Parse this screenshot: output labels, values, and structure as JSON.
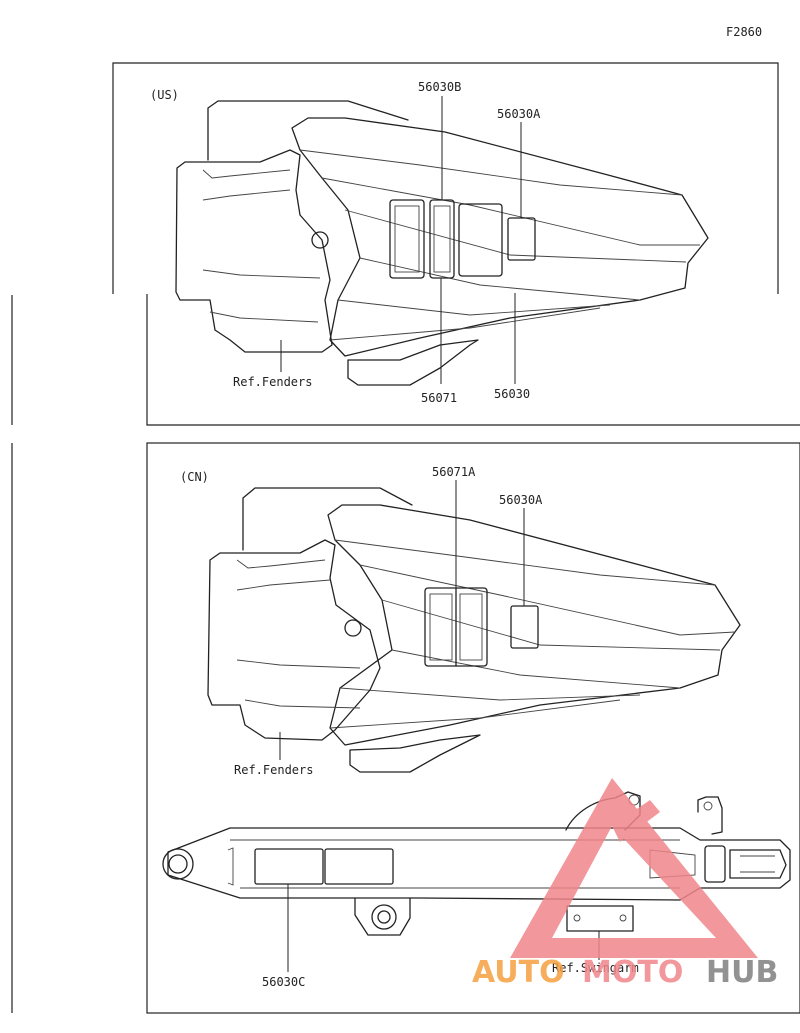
{
  "figure_code": "F2860",
  "sections": {
    "us": {
      "title": "(US)",
      "labels": {
        "p56030B": "56030B",
        "p56030A": "56030A",
        "p56071": "56071",
        "p56030": "56030",
        "ref_fenders": "Ref.Fenders"
      }
    },
    "cn": {
      "title": "(CN)",
      "labels": {
        "p56071A": "56071A",
        "p56030A": "56030A",
        "ref_fenders": "Ref.Fenders",
        "p56030C": "56030C",
        "ref_swingarm": "Ref.Swingarm"
      }
    }
  },
  "watermark": {
    "text_auto": "AUTO",
    "text_moto": "MOTO",
    "text_hub": "HUB",
    "color_primary": "#f0868a",
    "color_secondary": "#7f7f7f"
  }
}
